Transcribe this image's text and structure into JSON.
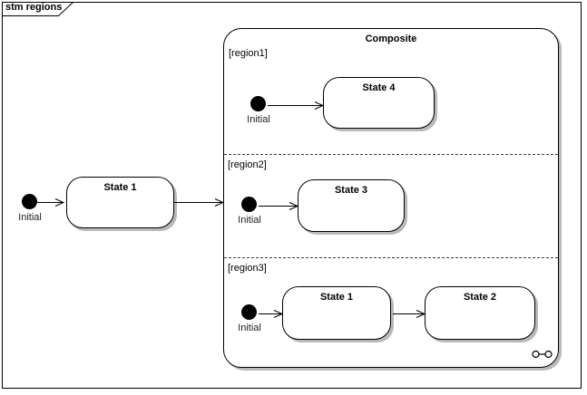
{
  "frame": {
    "title": "stm regions"
  },
  "diagram": {
    "outer": {
      "initial_label": "Initial",
      "state1_label": "State 1"
    },
    "composite": {
      "title": "Composite",
      "regions": [
        {
          "label": "[region1]",
          "initial_label": "Initial",
          "states": [
            {
              "label": "State 4"
            }
          ]
        },
        {
          "label": "[region2]",
          "initial_label": "Initial",
          "states": [
            {
              "label": "State 3"
            }
          ]
        },
        {
          "label": "[region3]",
          "initial_label": "Initial",
          "states": [
            {
              "label": "State 1"
            },
            {
              "label": "State 2"
            }
          ]
        }
      ]
    }
  },
  "colors": {
    "background": "#ffffff",
    "line": "#000000",
    "shadow": "#b9b9b9",
    "text": "#000000"
  }
}
